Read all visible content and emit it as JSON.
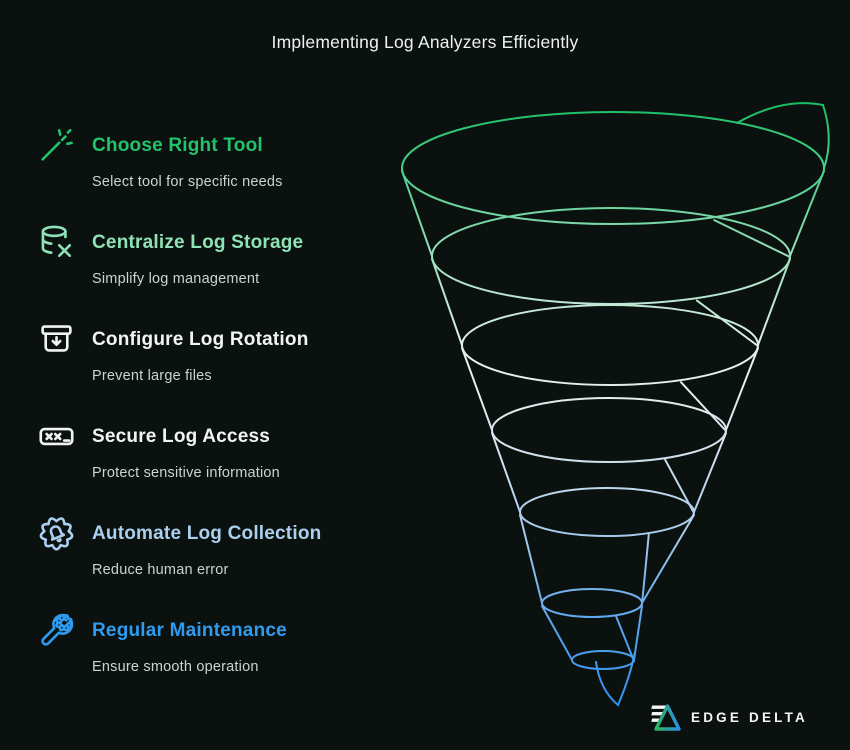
{
  "title": "Implementing Log Analyzers Efficiently",
  "background": "#0b110e",
  "subtitle_color": "#cdd4d0",
  "steps": [
    {
      "icon": "magic-wand-icon",
      "color": "#22c36b",
      "title": "Choose Right Tool",
      "subtitle": "Select tool for specific needs"
    },
    {
      "icon": "database-remove-icon",
      "color": "#8fe2b6",
      "title": "Centralize Log Storage",
      "subtitle": "Simplify log management"
    },
    {
      "icon": "archive-download-icon",
      "color": "#f0f5f2",
      "title": "Configure Log Rotation",
      "subtitle": "Prevent large files"
    },
    {
      "icon": "password-mask-icon",
      "color": "#f0f5f2",
      "title": "Secure Log Access",
      "subtitle": "Protect sensitive information"
    },
    {
      "icon": "gear-bell-icon",
      "color": "#abcfee",
      "title": "Automate Log Collection",
      "subtitle": "Reduce human error"
    },
    {
      "icon": "wrench-gear-icon",
      "color": "#2f9bf0",
      "title": "Regular Maintenance",
      "subtitle": "Ensure smooth operation"
    }
  ],
  "funnel": {
    "colors": [
      "#14bd5e",
      "#56d092",
      "#a8e2c6",
      "#eaf2ee",
      "#d5e3ef",
      "#a4c9ec",
      "#58a5ee",
      "#2b8fee"
    ]
  },
  "logo": {
    "text": "EDGE DELTA",
    "bar_color": "#f2f5f3",
    "triangle_green": "#2eb560",
    "triangle_blue": "#2e8fe8"
  }
}
